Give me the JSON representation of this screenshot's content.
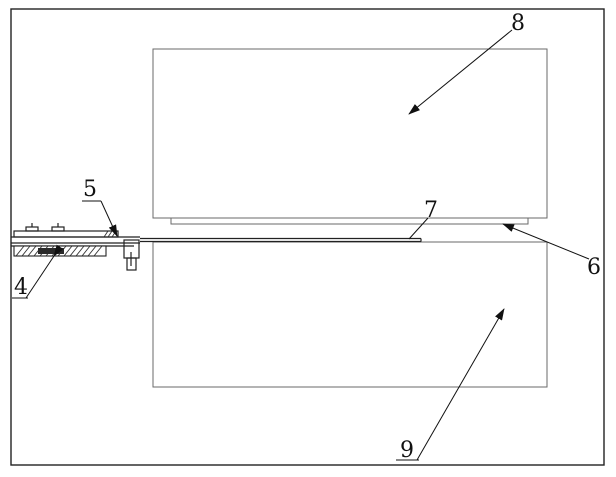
{
  "diagram": {
    "labels": {
      "four": "4",
      "five": "5",
      "six": "6",
      "seven": "7",
      "eight": "8",
      "nine": "9"
    }
  }
}
